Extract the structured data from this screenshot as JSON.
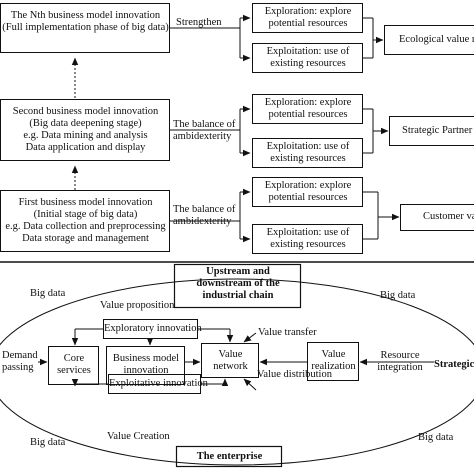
{
  "top": {
    "nth": {
      "title": "The Nth business model innovation",
      "subtitle": "(Full implementation phase of big data)",
      "link": "Strengthen",
      "explore": [
        "Exploration: explore",
        "potential resources"
      ],
      "exploit": [
        "Exploitation: use of",
        "existing resources"
      ],
      "value": "Ecological value r"
    },
    "second": {
      "title": "Second business model innovation",
      "stage": "(Big data deepening stage)",
      "eg1": "e.g. Data mining and analysis",
      "eg2": "Data application and display",
      "link": [
        "The balance of",
        "ambidexterity"
      ],
      "explore": [
        "Exploration: explore",
        "potential resources"
      ],
      "exploit": [
        "Exploitation: use of",
        "existing resources"
      ],
      "value": "Strategic Partner"
    },
    "first": {
      "title": "First business model innovation",
      "stage": "(Initial stage of big data)",
      "eg1": "e.g. Data collection and preprocessing",
      "eg2": "Data storage and management",
      "link": [
        "The balance of",
        "ambidexterity"
      ],
      "explore": [
        "Exploration: explore",
        "potential resources"
      ],
      "exploit": [
        "Exploitation: use of",
        "existing resources"
      ],
      "value": "Customer val"
    }
  },
  "bottom": {
    "upstream": [
      "Upstream and",
      "downstream of the",
      "industrial chain"
    ],
    "enterprise": "The enterprise",
    "big_data": "Big data",
    "value_proposition": "Value  proposition",
    "exploratory": "Exploratory innovation",
    "exploitative": "Exploitative  innovation",
    "demand": [
      "Demand",
      "passing"
    ],
    "core": [
      "Core",
      "services"
    ],
    "bmi": [
      "Business model",
      "innovation"
    ],
    "value_network": [
      "Value",
      "network"
    ],
    "value_transfer": "Value transfer",
    "value_distribution": "Value distribution",
    "value_realization": [
      "Value",
      "realization"
    ],
    "resource_integration": [
      "Resource",
      "integration"
    ],
    "strategic": "Strategic I",
    "value_creation": "Value Creation"
  }
}
